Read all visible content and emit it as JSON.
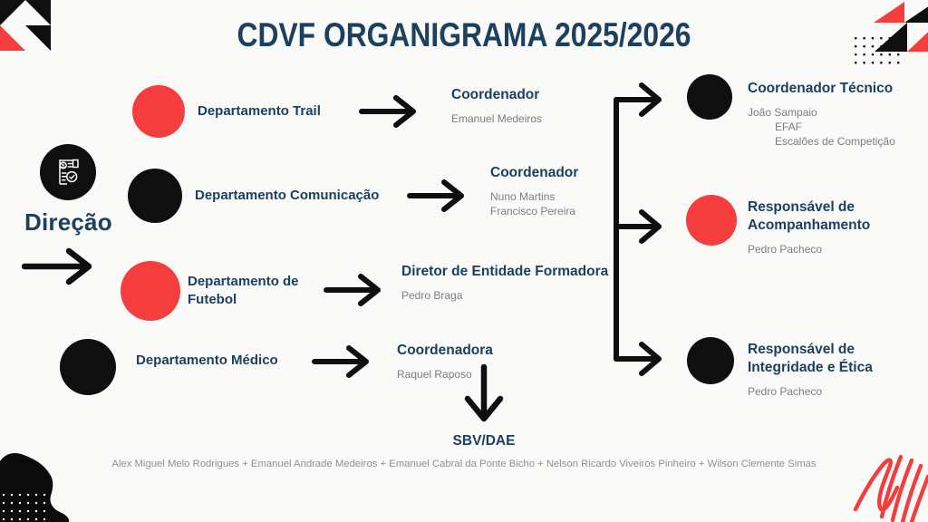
{
  "page": {
    "title": "CDVF ORGANIGRAMA 2025/2026",
    "background_color": "#fafaf9",
    "navy_color": "#1b4060",
    "red_color": "#f53d3d",
    "black_color": "#0f0f0f",
    "gray_text_color": "#7d7d7d"
  },
  "direcao": {
    "label": "Direção",
    "icon": "invoice-check-icon"
  },
  "departments": [
    {
      "name": "Departamento Trail",
      "circle_color": "#f53d3d",
      "role_title": "Coordenador",
      "people": [
        "Emanuel Medeiros"
      ]
    },
    {
      "name": "Departamento Comunicação",
      "circle_color": "#0f0f0f",
      "role_title": "Coordenador",
      "people": [
        "Nuno Martins",
        "Francisco Pereira"
      ]
    },
    {
      "name": "Departamento de Futebol",
      "circle_color": "#f53d3d",
      "role_title": "Diretor de Entidade Formadora",
      "people": [
        "Pedro Braga"
      ]
    },
    {
      "name": "Departamento Médico",
      "circle_color": "#0f0f0f",
      "role_title": "Coordenadora",
      "people": [
        "Raquel Raposo"
      ]
    }
  ],
  "technical_branch": [
    {
      "role_title": "Coordenador Técnico",
      "circle_color": "#0f0f0f",
      "people": [
        "João Sampaio",
        "EFAF",
        "Escalões de Competição"
      ]
    },
    {
      "role_title": "Responsável de Acompanhamento",
      "circle_color": "#f53d3d",
      "people": [
        "Pedro Pacheco"
      ]
    },
    {
      "role_title": "Responsável de Integridade e Ética",
      "circle_color": "#0f0f0f",
      "people": [
        "Pedro Pacheco"
      ]
    }
  ],
  "sbv": {
    "label": "SBV/DAE",
    "members": "Alex Miguel Melo Rodrigues + Emanuel Andrade Medeiros + Emanuel Cabral da Ponte Bicho + Nelson Ricardo Viveiros Pinheiro + Wilson Clemente Simas"
  }
}
